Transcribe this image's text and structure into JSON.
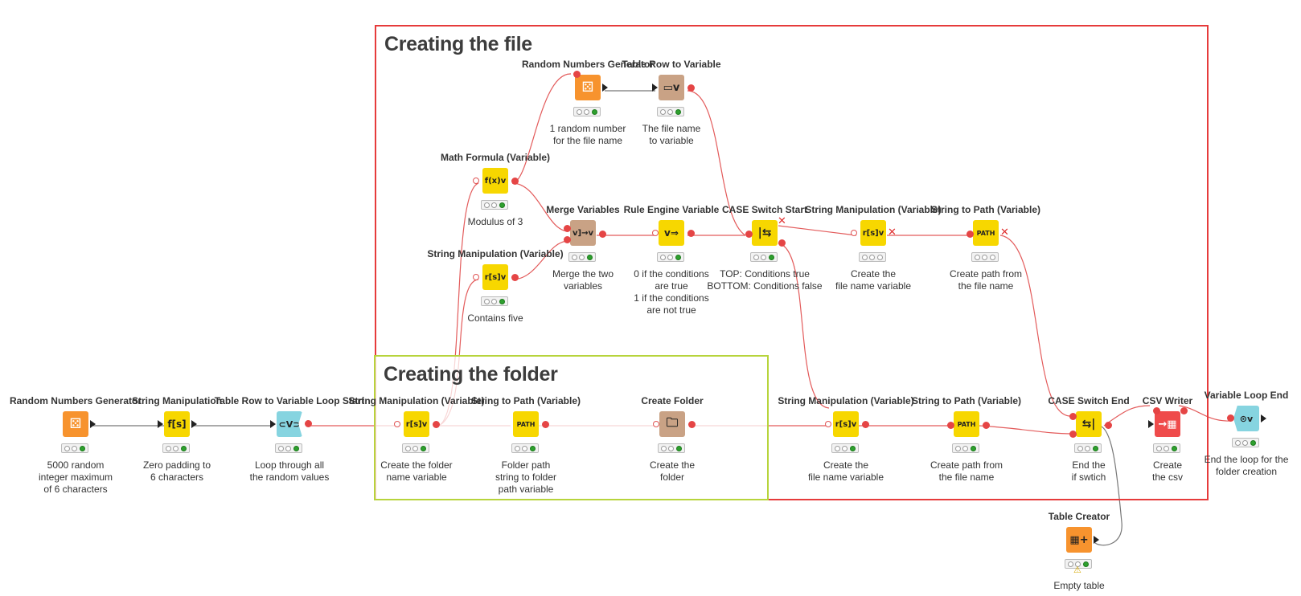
{
  "annotations": {
    "file": {
      "title": "Creating the file",
      "color": "#e63b3b"
    },
    "folder": {
      "title": "Creating the folder",
      "color": "#b7d43c"
    }
  },
  "colors": {
    "wire": "#e35b5b",
    "flow": "#777777",
    "source": "#f7932e",
    "manipulator": "#f7d700",
    "loop": "#86d4e0",
    "other": "#c9a285",
    "sink": "#ef4b4b"
  },
  "nodes": {
    "rng_main": {
      "title": "Random Numbers Generator",
      "icon": "dice-icon",
      "desc": "5000 random\ninteger maximum\nof 6 characters"
    },
    "strman_pad": {
      "title": "String Manipulation",
      "icon": "string-manipulation-icon",
      "glyph": "f[s]",
      "desc": "Zero padding to\n6 characters"
    },
    "loop_start": {
      "title": "Table Row to Variable Loop Start",
      "icon": "loop-start-icon",
      "glyph": "⊂V⊃",
      "desc": "Loop through all\nthe random values"
    },
    "strman_folder": {
      "title": "String Manipulation (Variable)",
      "icon": "string-manipulation-variable-icon",
      "glyph": "r[s]v",
      "desc": "Create the folder\nname variable"
    },
    "str2path_folder": {
      "title": "String to Path (Variable)",
      "icon": "path-icon",
      "glyph": "PATH",
      "desc": "Folder path\nstring to folder\npath variable"
    },
    "create_folder": {
      "title": "Create Folder",
      "icon": "folder-icon",
      "desc": "Create the\nfolder"
    },
    "rng_file": {
      "title": "Random Numbers Generator",
      "icon": "dice-icon",
      "desc": "1 random number\nfor the file name"
    },
    "row2var": {
      "title": "Table Row to Variable",
      "icon": "row-to-variable-icon",
      "desc": "The file name\nto variable"
    },
    "math_formula": {
      "title": "Math Formula (Variable)",
      "icon": "math-formula-icon",
      "glyph": "f(x)v",
      "desc": "Modulus of 3"
    },
    "merge_vars": {
      "title": "Merge Variables",
      "icon": "merge-variables-icon",
      "glyph": "v]→v",
      "desc": "Merge the two\nvariables"
    },
    "strman_contains": {
      "title": "String Manipulation (Variable)",
      "icon": "string-manipulation-variable-icon",
      "glyph": "r[s]v",
      "desc": "Contains five"
    },
    "rule_engine": {
      "title": "Rule Engine Variable",
      "icon": "rule-engine-icon",
      "glyph": "v⇒",
      "desc": "0 if the conditions\nare true\n1 if the conditions\nare not true"
    },
    "case_start": {
      "title": "CASE Switch Start",
      "icon": "case-switch-start-icon",
      "glyph": "|⇆",
      "desc": "TOP: Conditions true\nBOTTOM: Conditions false"
    },
    "strman_file_top": {
      "title": "String Manipulation (Variable)",
      "icon": "string-manipulation-variable-icon",
      "glyph": "r[s]v",
      "desc": "Create the\nfile name variable"
    },
    "str2path_file_top": {
      "title": "String to Path (Variable)",
      "icon": "path-icon",
      "glyph": "PATH",
      "desc": "Create path from\nthe file name"
    },
    "strman_file_bot": {
      "title": "String Manipulation (Variable)",
      "icon": "string-manipulation-variable-icon",
      "glyph": "r[s]v",
      "desc": "Create the\nfile name variable"
    },
    "str2path_file_bot": {
      "title": "String to Path (Variable)",
      "icon": "path-icon",
      "glyph": "PATH",
      "desc": "Create path from\nthe file name"
    },
    "case_end": {
      "title": "CASE Switch End",
      "icon": "case-switch-end-icon",
      "glyph": "⇆|",
      "desc": "End the\nif swtich"
    },
    "csv_writer": {
      "title": "CSV Writer",
      "icon": "csv-writer-icon",
      "glyph": "→▦",
      "desc": "Create\nthe csv"
    },
    "loop_end": {
      "title": "Variable Loop End",
      "icon": "loop-end-icon",
      "glyph": "⊙v",
      "desc": "End the loop for the\nfolder creation"
    },
    "table_creator": {
      "title": "Table Creator",
      "icon": "table-creator-icon",
      "glyph": "▦+",
      "desc": "Empty table"
    }
  }
}
